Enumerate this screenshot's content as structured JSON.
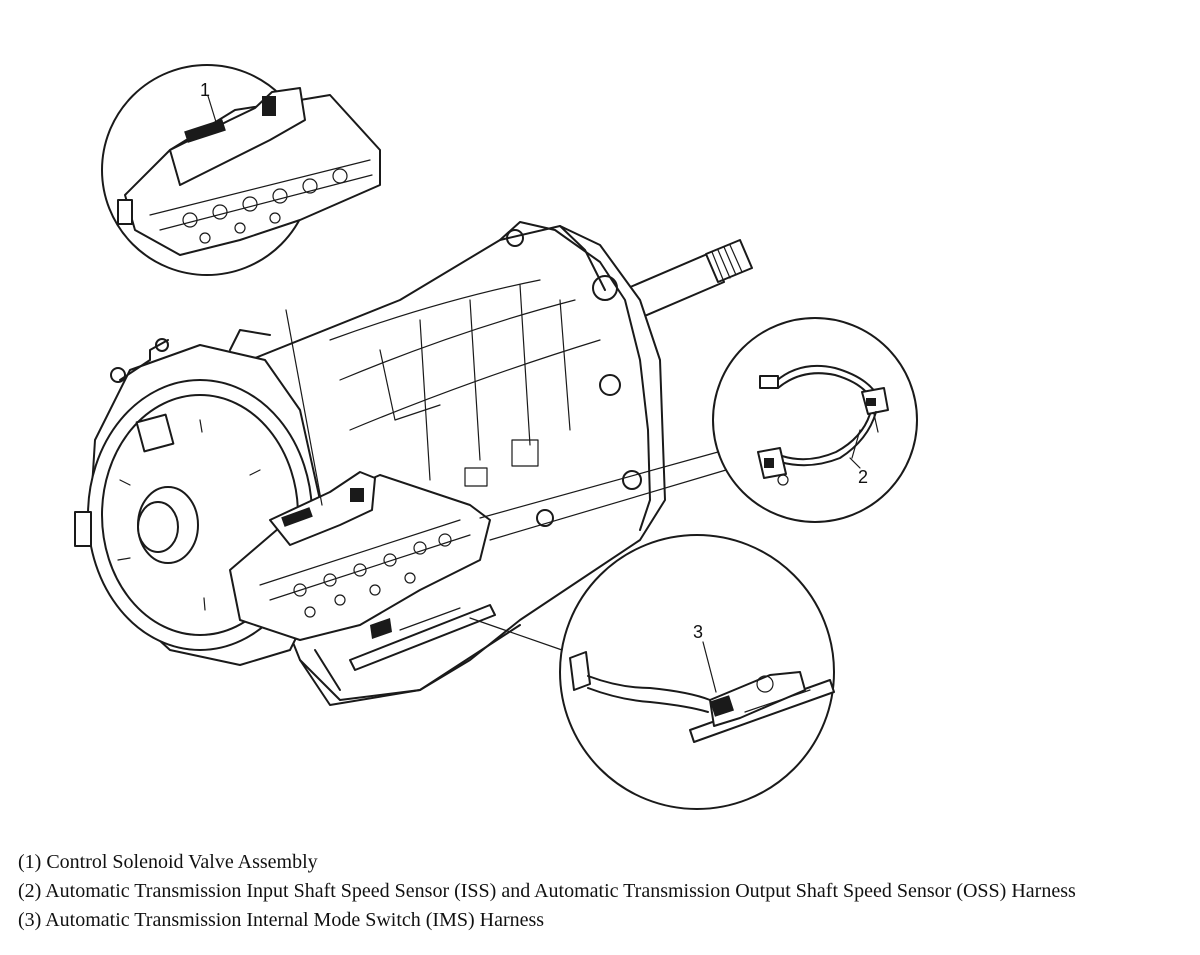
{
  "callouts": [
    {
      "number": "1"
    },
    {
      "number": "2"
    },
    {
      "number": "3"
    }
  ],
  "legend": [
    "(1) Control Solenoid Valve Assembly",
    "(2) Automatic Transmission Input Shaft Speed Sensor (ISS) and Automatic Transmission Output Shaft Speed Sensor (OSS) Harness",
    "(3) Automatic Transmission Internal Mode Switch (IMS) Harness"
  ]
}
